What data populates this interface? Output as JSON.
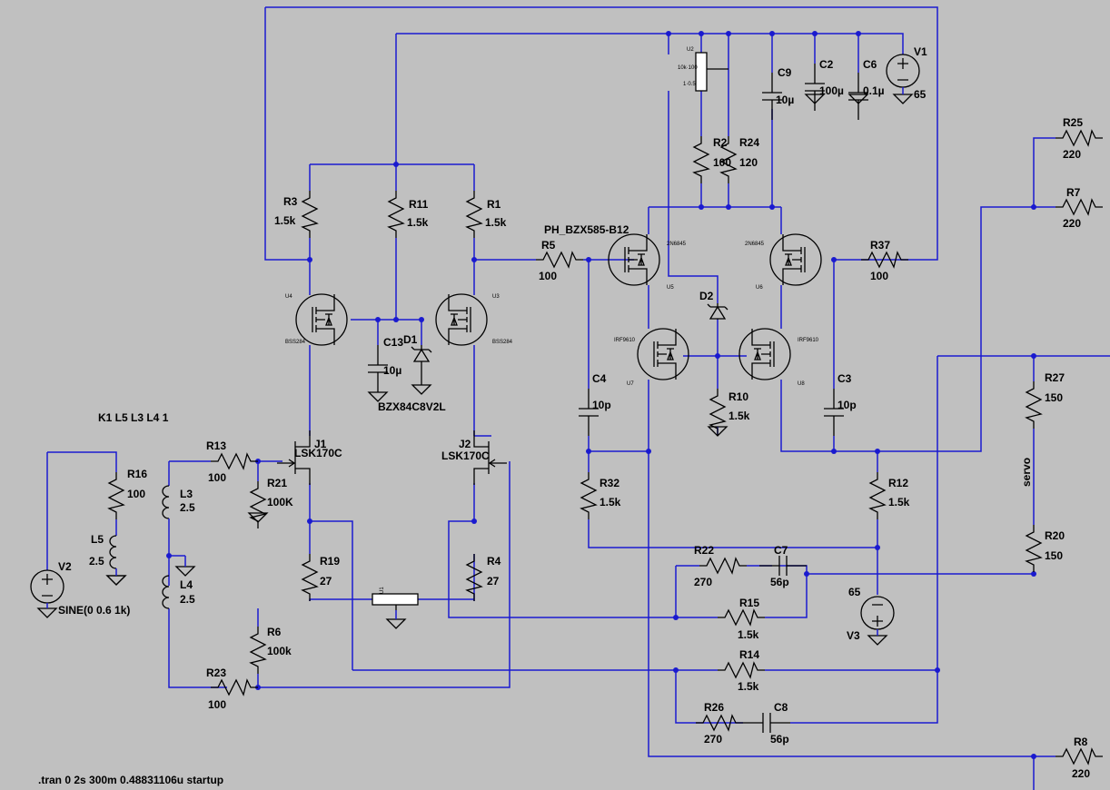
{
  "labels": {
    "V1": "V1",
    "V1v": "65",
    "C9": "C9",
    "C9v": "10µ",
    "C2": "C2",
    "C2v": "100µ",
    "C6": "C6",
    "C6v": "0.1µ",
    "R2": "R2",
    "R2v": "100",
    "R24": "R24",
    "R24v": "120",
    "R25": "R25",
    "R25v": "220",
    "R7": "R7",
    "R7v": "220",
    "R8": "R8",
    "R8v": "220",
    "R3": "R3",
    "R3v": "1.5k",
    "R11": "R11",
    "R11v": "1.5k",
    "R1": "R1",
    "R1v": "1.5k",
    "PH": "PH_BZX585-B12",
    "R5": "R5",
    "R5v": "100",
    "R37": "R37",
    "R37v": "100",
    "C13": "C13",
    "C13v": "10µ",
    "D1": "D1",
    "D1p": "BZX84C8V2L",
    "D2": "D2",
    "C4": "C4",
    "C4v": "10p",
    "C3": "C3",
    "C3v": "10p",
    "R10": "R10",
    "R10v": "1.5k",
    "R27": "R27",
    "R27v": "150",
    "servo": "servo",
    "R20": "R20",
    "R20v": "150",
    "K1": "K1 L5 L3 L4 1",
    "J1": "J1",
    "J1p": "LSK170C",
    "J2": "J2",
    "J2p": "LSK170C",
    "R13": "R13",
    "R13v": "100",
    "R21": "R21",
    "R21v": "100K",
    "R16": "R16",
    "R16v": "100",
    "L3": "L3",
    "L3v": "2.5",
    "L5": "L5",
    "L5v": "2.5",
    "L4": "L4",
    "L4v": "2.5",
    "V2": "V2",
    "V2v": "SINE(0 0.6 1k)",
    "R32": "R32",
    "R32v": "1.5k",
    "R12": "R12",
    "R12v": "1.5k",
    "R19": "R19",
    "R19v": "27",
    "R4": "R4",
    "R4v": "27",
    "R22": "R22",
    "R22v": "270",
    "C7": "C7",
    "C7v": "56p",
    "R15": "R15",
    "R15v": "1.5k",
    "V3": "V3",
    "V3v": "65",
    "R6": "R6",
    "R6v": "100k",
    "R23": "R23",
    "R23v": "100",
    "R14": "R14",
    "R14v": "1.5k",
    "R26": "R26",
    "R26v": "270",
    "C8": "C8",
    "C8v": "56p",
    "tran": ".tran 0 2s 300m 0.48831106u startup"
  }
}
